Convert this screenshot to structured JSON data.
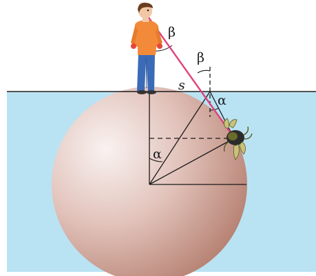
{
  "labels": {
    "beta_top": "β",
    "beta_right": "β",
    "s": "s",
    "alpha_right": "α",
    "alpha_center": "α"
  },
  "colors": {
    "water": "#b9e3f3",
    "sphere_light": "#f6ecea",
    "sphere_dark": "#b88272",
    "sight_line": "#e0407a",
    "lines": "#1a1a1a"
  }
}
